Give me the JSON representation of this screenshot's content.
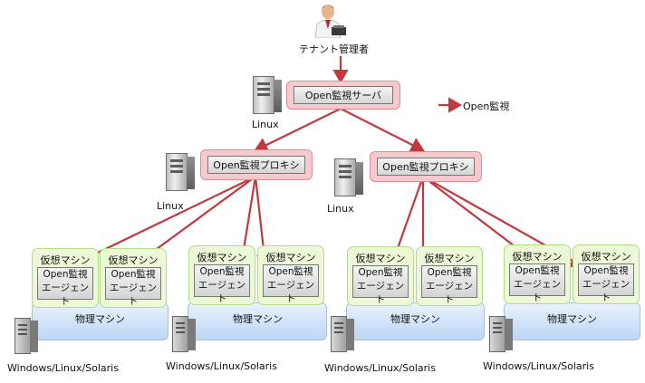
{
  "diagram": {
    "admin_label": "テナント管理者",
    "server_label": "Open監視サーバ",
    "legend_label": "Open監視",
    "proxy_label": "Open監視プロキシ",
    "linux_label": "Linux",
    "vm_label": "仮想マシン",
    "agent_line1": "Open監視",
    "agent_line2": "エージェント",
    "physical_label": "物理マシン",
    "os_label": "Windows/Linux/Solaris"
  },
  "colors": {
    "arrow": "#c0393f",
    "box_pink": "#f6c9cc",
    "vm_green": "#ecf9d6",
    "physical_blue": "#c7dcf5"
  },
  "icons": {
    "admin": "person-icon",
    "server": "server-tower-icon"
  }
}
